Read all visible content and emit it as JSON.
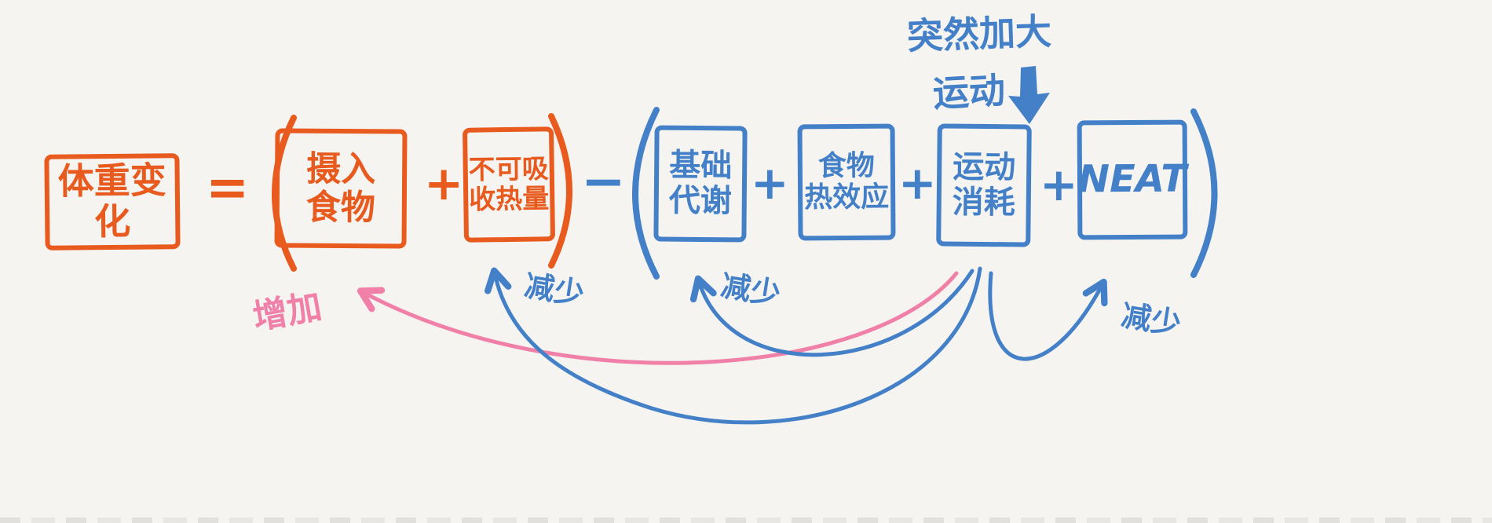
{
  "palette": {
    "orange": "#e85a1e",
    "blue": "#4480c8",
    "pink": "#f080a8",
    "background": "#f5f4f1"
  },
  "equation": {
    "equals": "=",
    "plus": "+",
    "minus": "−",
    "result": {
      "label": "体重变化"
    },
    "intake_group": {
      "terms": [
        {
          "lines": [
            "摄入",
            "食物"
          ]
        },
        {
          "lines": [
            "不可吸",
            "收热量"
          ]
        }
      ]
    },
    "expenditure_group": {
      "terms": [
        {
          "lines": [
            "基础",
            "代谢"
          ]
        },
        {
          "lines": [
            "食物",
            "热效应"
          ]
        },
        {
          "lines": [
            "运动",
            "消耗"
          ]
        },
        {
          "lines": [
            "NEAT",
            ""
          ]
        }
      ]
    }
  },
  "annotations": {
    "top_note": {
      "line1": "突然加大",
      "line2": "运动"
    },
    "increase": "增加",
    "decreases": [
      "减少",
      "减少",
      "减少"
    ]
  }
}
